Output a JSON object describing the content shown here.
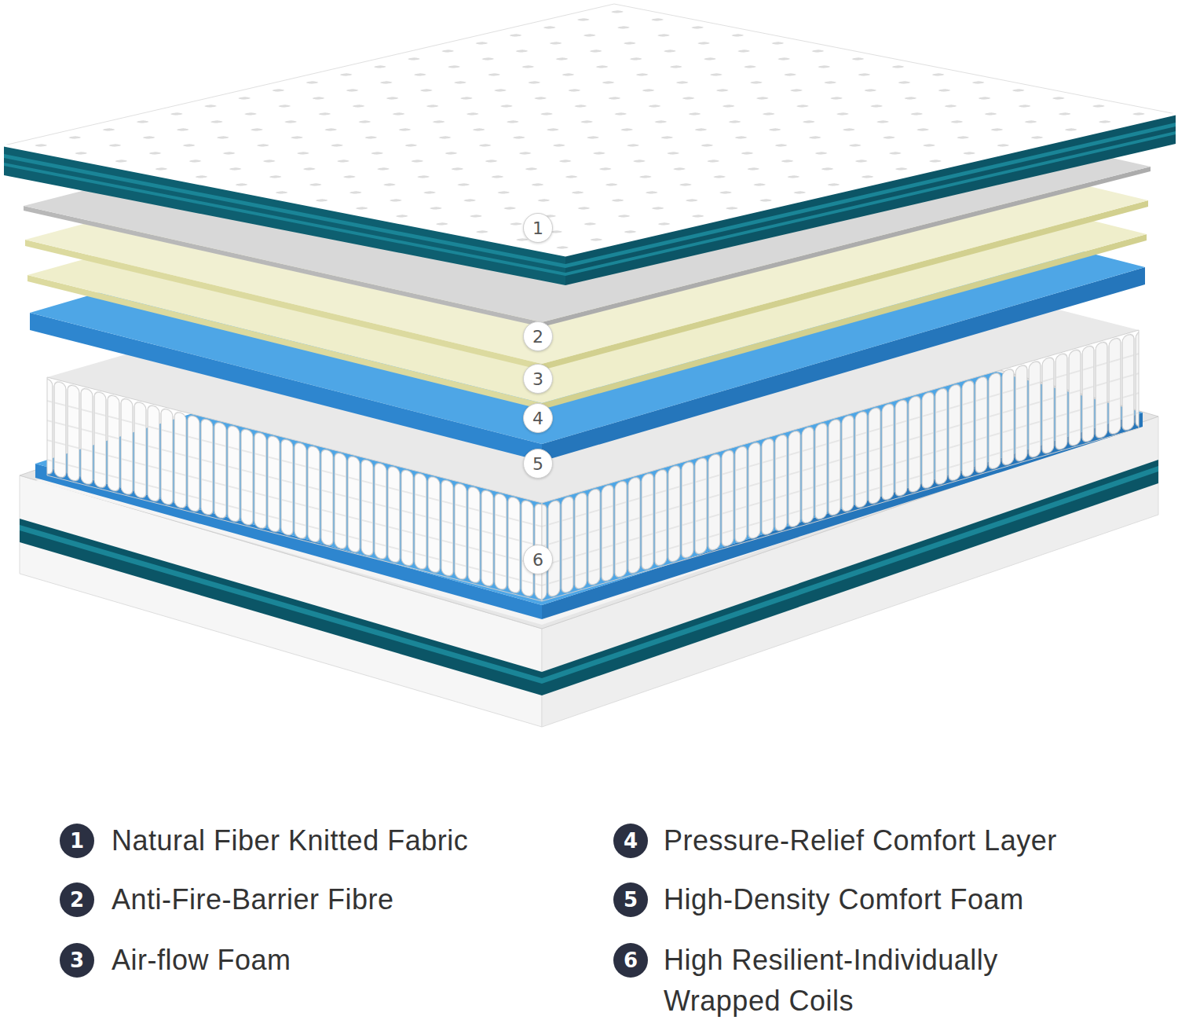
{
  "diagram": {
    "labels": [
      "1",
      "2",
      "3",
      "4",
      "5",
      "6",
      "1",
      "Natural Fiber Knitted Fabric",
      "2",
      "Anti-Fire-Barrier Fibre",
      "3",
      "Air-flow Foam",
      "4",
      "Pressure-Relief Comfort Layer",
      "5",
      "High-Density Comfort Foam",
      "6",
      "High Resilient-Individually Wrapped Coils"
    ]
  }
}
